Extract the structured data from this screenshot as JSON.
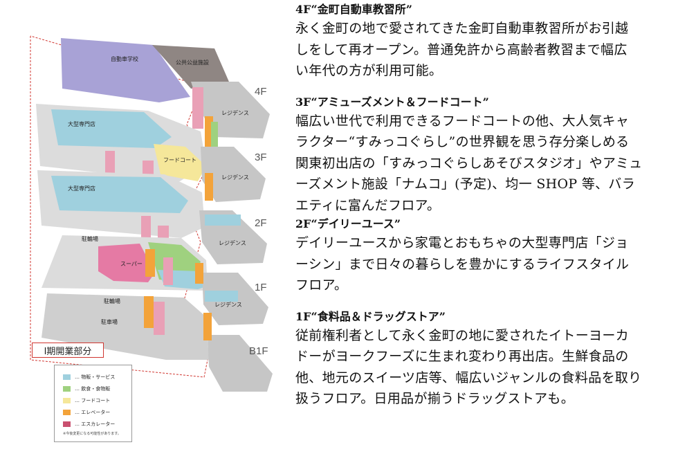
{
  "floors": {
    "f4": "4F",
    "f3": "3F",
    "f2": "2F",
    "f1": "1F",
    "b1": "B1F"
  },
  "zones": {
    "driving_school": "自動車学校",
    "public_facility": "公共公益施設",
    "residence": "レジデンス",
    "large_store": "大型専門店",
    "food_court": "フードコート",
    "bicycle_parking": "駐輪場",
    "supermarket": "スーパー",
    "parking": "駐車場"
  },
  "phase_label": "Ⅰ期開業部分",
  "legend": {
    "items": [
      {
        "label": "… 物販・サービス",
        "color": "#9fd0de"
      },
      {
        "label": "… 飲食・食物販",
        "color": "#9fd17f"
      },
      {
        "label": "… フードコート",
        "color": "#f5e79a"
      },
      {
        "label": "… エレベーター",
        "color": "#f3a33a"
      },
      {
        "label": "… エスカレーター",
        "color": "#c9506f"
      }
    ],
    "note": "※今後変更になる可能性があります。"
  },
  "sections": [
    {
      "heading": "4F“金町自動車教習所”",
      "lines": [
        "永く金町の地で愛されてきた金町自動車教習所がお引越",
        "しをして再オープン。普通免許から高齢者教習まで幅広",
        "い年代の方が利用可能。"
      ]
    },
    {
      "heading": "3F“アミューズメント＆フードコート”",
      "lines": [
        "幅広い世代で利用できるフードコートの他、大人気キャ",
        "ラクター“すみっコぐらし”の世界観を思う存分楽しめる",
        "関東初出店の「すみっコぐらしあそびスタジオ」やアミュ",
        "ーズメント施設「ナムコ」(予定)、均一 SHOP 等、バラ",
        "エティに富んだフロア。"
      ]
    },
    {
      "heading": "2F“デイリーユース”",
      "lines": [
        "デイリーユースから家電とおもちゃの大型専門店「ジョ",
        "ーシン」まで日々の暮らしを豊かにするライフスタイル",
        "フロア。"
      ]
    },
    {
      "heading": "1F“食料品＆ドラッグストア”",
      "lines": [
        "従前権利者として永く金町の地に愛されたイトーヨーカ",
        "ドーがヨークフーズに生まれ変わり再出店。生鮮食品の",
        "他、地元のスイーツ店等、幅広いジャンルの食料品を取り",
        "扱うフロア。日用品が揃うドラッグストアも。"
      ]
    }
  ]
}
